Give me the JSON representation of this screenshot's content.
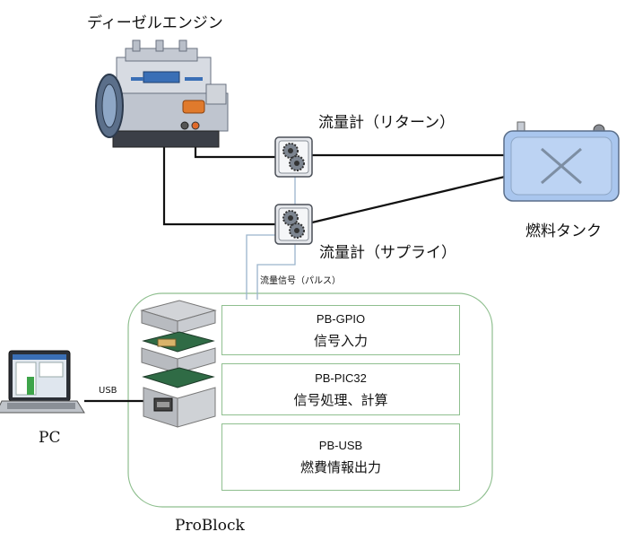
{
  "engine": {
    "label": "ディーゼルエンジン"
  },
  "flowmeter_return": {
    "label": "流量計（リターン）"
  },
  "flowmeter_supply": {
    "label": "流量計（サプライ）"
  },
  "fuel_tank": {
    "label": "燃料タンク"
  },
  "signal": {
    "label": "流量信号（パルス）"
  },
  "usb": {
    "label": "USB"
  },
  "pc": {
    "label": "PC"
  },
  "problock": {
    "label": "ProBlock",
    "modules": [
      {
        "name": "PB-GPIO",
        "desc": "信号入力"
      },
      {
        "name": "PB-PIC32",
        "desc": "信号処理、計算"
      },
      {
        "name": "PB-USB",
        "desc": "燃費情報出力"
      }
    ]
  },
  "colors": {
    "pipe": "#111111",
    "signal_line": "#9ab4cc",
    "frame": "#8fbf8f",
    "tank": "#a9c6ee"
  }
}
